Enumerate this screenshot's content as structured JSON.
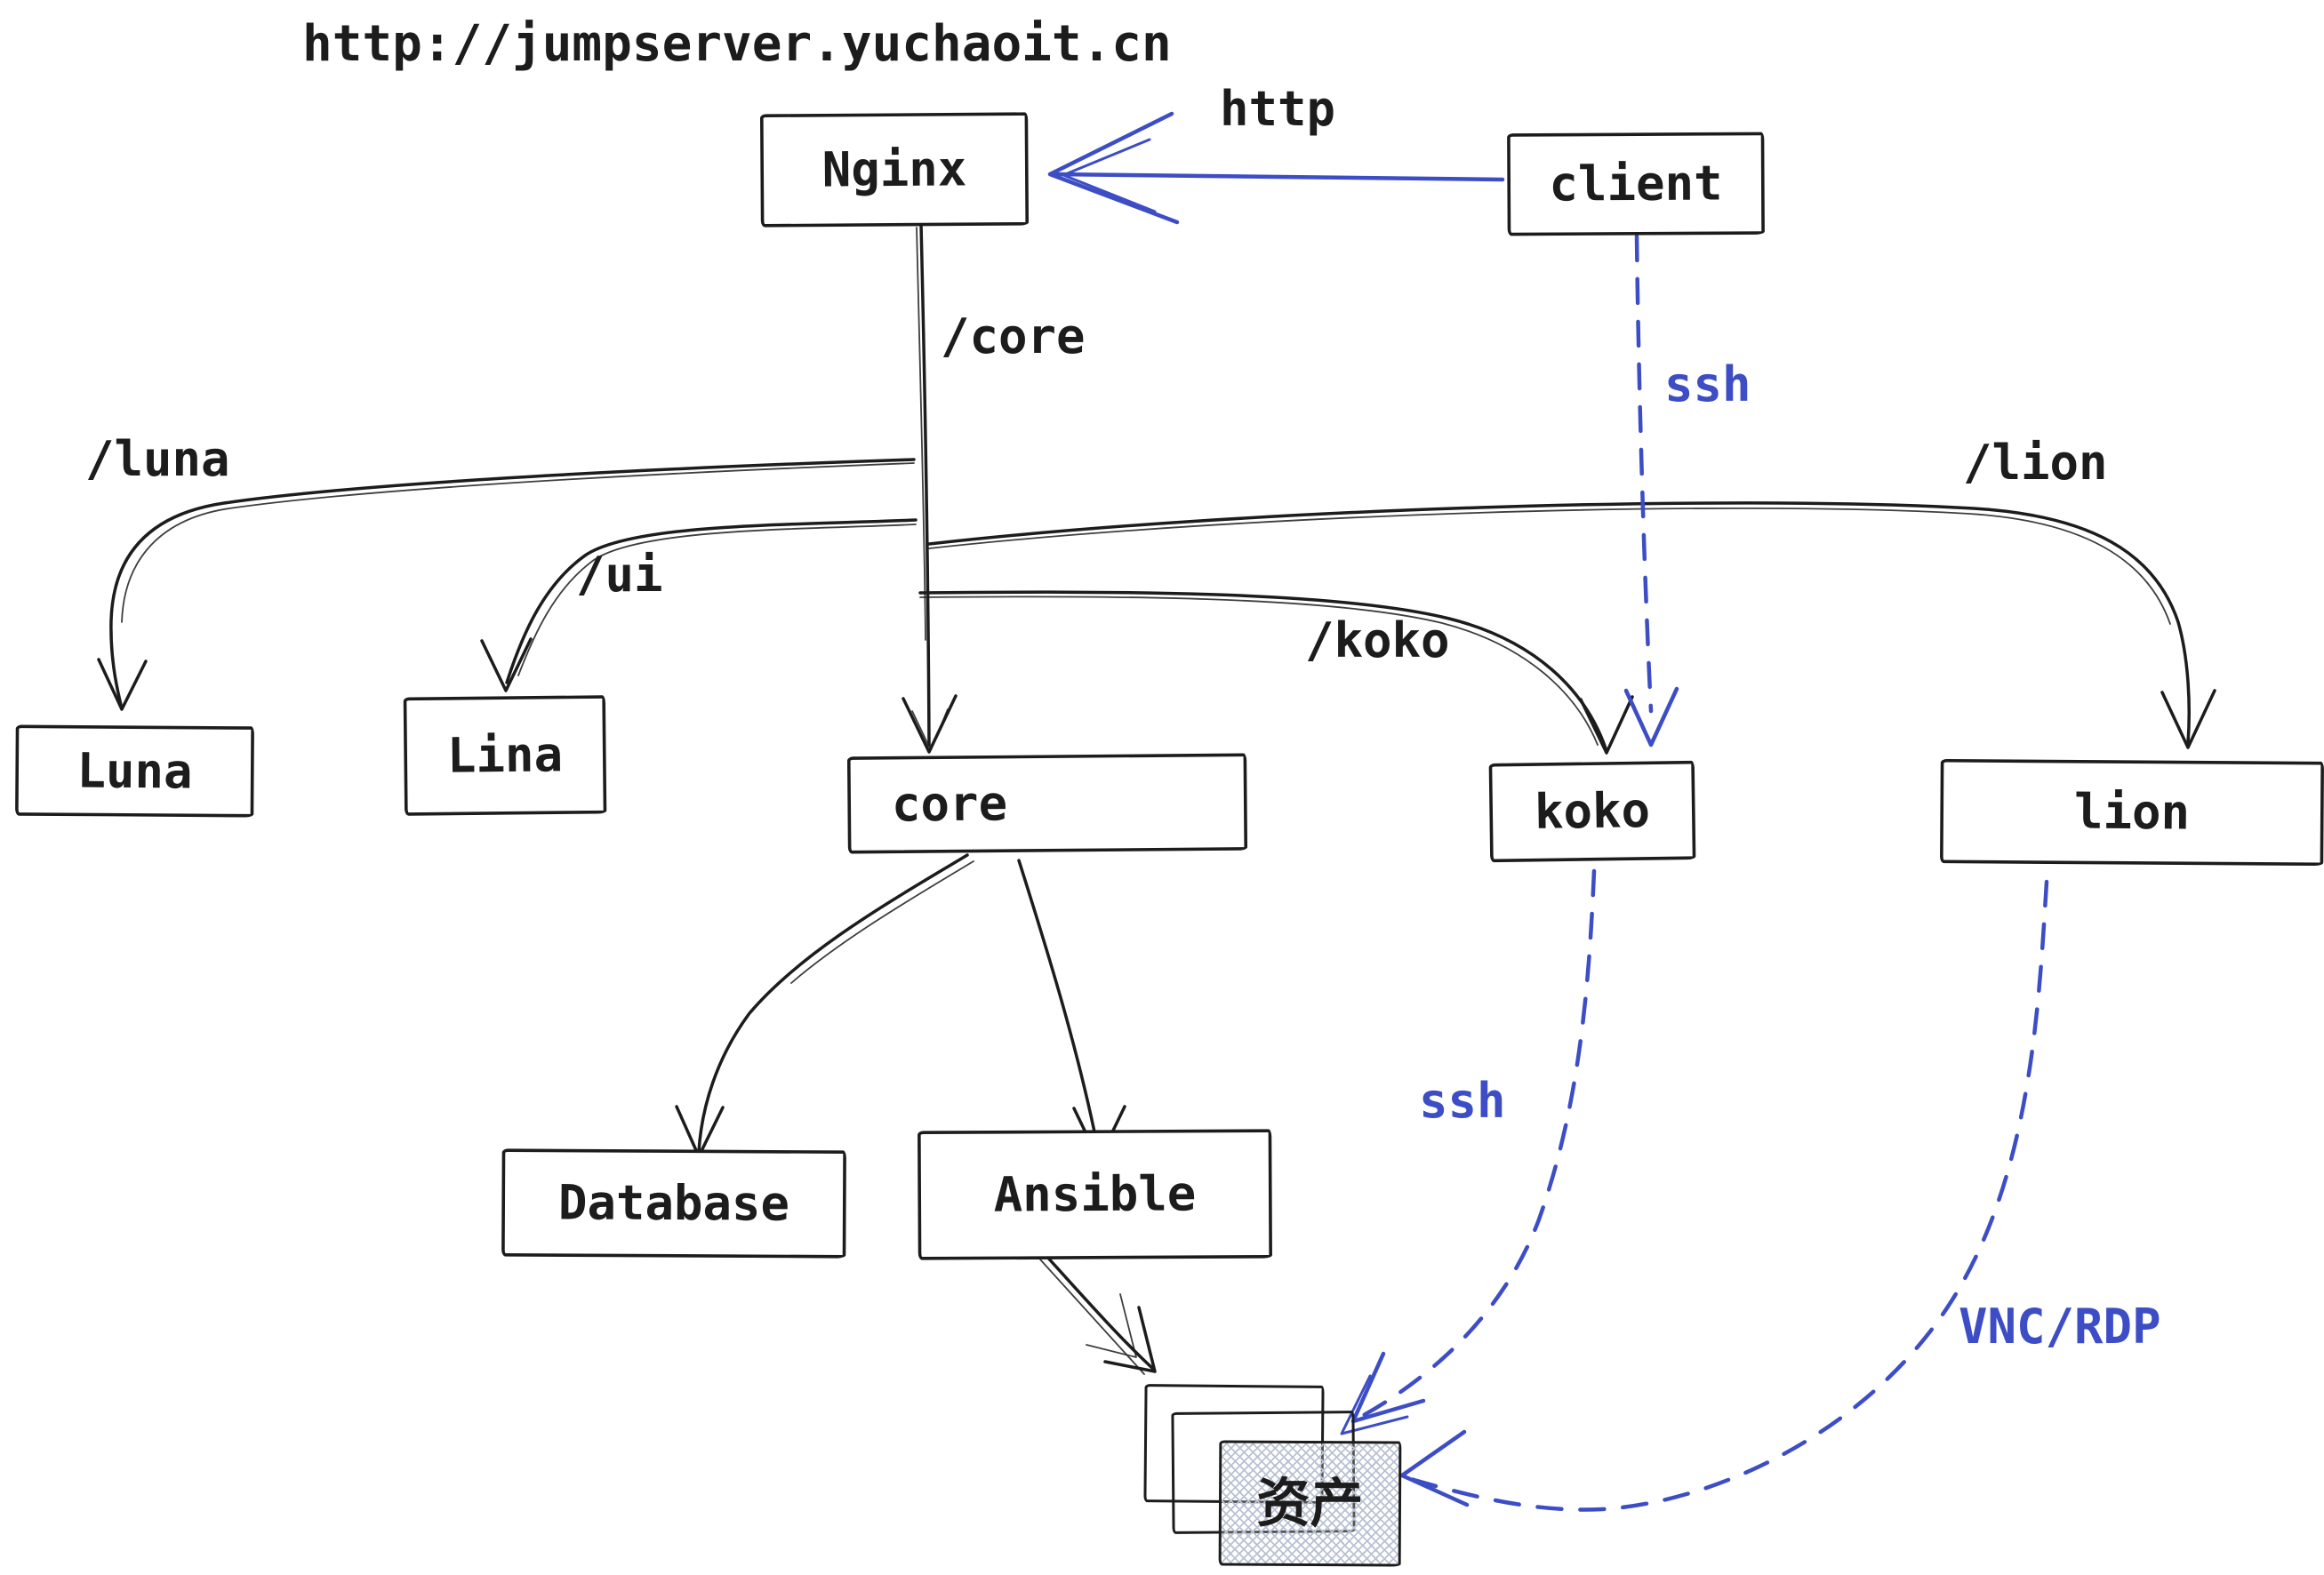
{
  "title": "http://jumpserver.yuchaoit.cn",
  "colors": {
    "ink": "#1c1c1c",
    "blue": "#3c4dc5",
    "hatch": "#b9c2d2"
  },
  "nodes": {
    "nginx": {
      "label": "Nginx"
    },
    "client": {
      "label": "client"
    },
    "luna": {
      "label": "Luna"
    },
    "lina": {
      "label": "Lina"
    },
    "core": {
      "label": "core"
    },
    "koko": {
      "label": "koko"
    },
    "lion": {
      "label": "lion"
    },
    "database": {
      "label": "Database"
    },
    "ansible": {
      "label": "Ansible"
    },
    "asset": {
      "label": "资产"
    }
  },
  "edges": [
    {
      "from": "client",
      "to": "nginx",
      "label": "http",
      "style": "solid",
      "color": "blue"
    },
    {
      "from": "nginx",
      "to": "core",
      "label": "/core",
      "style": "solid",
      "color": "black"
    },
    {
      "from": "nginx",
      "to": "luna",
      "label": "/luna",
      "style": "solid",
      "color": "black"
    },
    {
      "from": "nginx",
      "to": "lina",
      "label": "/ui",
      "style": "solid",
      "color": "black"
    },
    {
      "from": "nginx",
      "to": "koko",
      "label": "/koko",
      "style": "solid",
      "color": "black"
    },
    {
      "from": "nginx",
      "to": "lion",
      "label": "/lion",
      "style": "solid",
      "color": "black"
    },
    {
      "from": "client",
      "to": "koko",
      "label": "ssh",
      "style": "dashed",
      "color": "blue"
    },
    {
      "from": "koko",
      "to": "asset",
      "label": "ssh",
      "style": "dashed",
      "color": "blue"
    },
    {
      "from": "lion",
      "to": "asset",
      "label": "VNC/RDP",
      "style": "dashed",
      "color": "blue"
    },
    {
      "from": "core",
      "to": "database",
      "label": "",
      "style": "solid",
      "color": "black"
    },
    {
      "from": "core",
      "to": "ansible",
      "label": "",
      "style": "solid",
      "color": "black"
    },
    {
      "from": "ansible",
      "to": "asset",
      "label": "",
      "style": "solid",
      "color": "black"
    }
  ]
}
